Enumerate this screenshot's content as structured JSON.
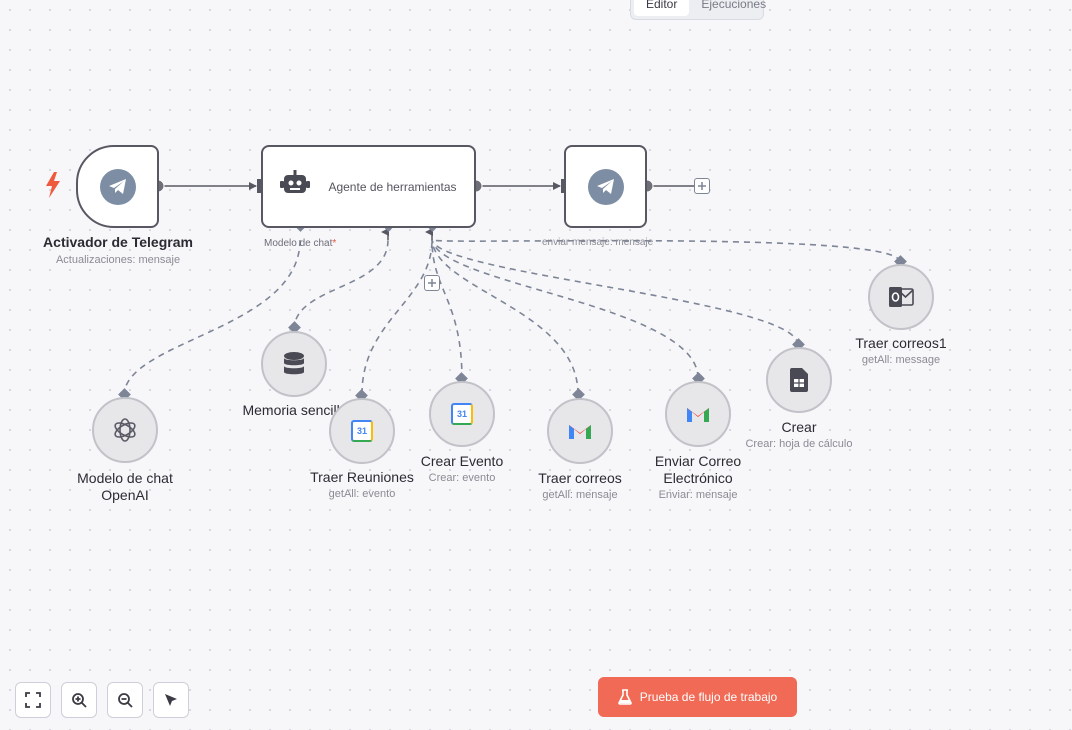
{
  "tabs": [
    {
      "label": "Editor",
      "active": true
    },
    {
      "label": "Ejecuciones",
      "active": false
    }
  ],
  "nodes": {
    "telegram_trigger": {
      "title": "Activador de Telegram",
      "subtitle": "Actualizaciones: mensaje",
      "icon": "telegram-icon"
    },
    "agent": {
      "label": "Agente de herramientas",
      "icon": "robot-icon",
      "chat_model_port": "Modelo de chat",
      "required_mark": "*"
    },
    "telegram_send": {
      "subtitle": "enviar mensaje: mensaje",
      "icon": "telegram-icon"
    },
    "openai": {
      "title_line1": "Modelo de chat",
      "title_line2": "OpenAI",
      "icon": "openai-icon"
    },
    "memory": {
      "title": "Memoria sencilla",
      "icon": "database-icon"
    },
    "traer_reuniones": {
      "title": "Traer Reuniones",
      "subtitle": "getAll: evento",
      "icon": "google-calendar-icon"
    },
    "crear_evento": {
      "title": "Crear Evento",
      "subtitle": "Crear: evento",
      "icon": "google-calendar-icon"
    },
    "traer_correos": {
      "title": "Traer correos",
      "subtitle": "getAll: mensaje",
      "icon": "gmail-icon"
    },
    "enviar_correo": {
      "title_line1": "Enviar Correo",
      "title_line2": "Electrónico",
      "subtitle": "Enviar: mensaje",
      "icon": "gmail-icon"
    },
    "crear": {
      "title": "Crear",
      "subtitle": "Crear: hoja de cálculo",
      "icon": "google-sheets-icon"
    },
    "traer_correos1": {
      "title": "Traer correos1",
      "subtitle": "getAll: message",
      "icon": "outlook-icon"
    }
  },
  "calendar_day": "31",
  "controls": {
    "fit_view": "fit-view-icon",
    "zoom_in": "zoom-in-icon",
    "zoom_out": "zoom-out-icon",
    "tidy": "cursor-icon"
  },
  "test_button": {
    "label": "Prueba de flujo de trabajo",
    "icon": "flask-icon"
  },
  "colors": {
    "accent": "#f06a55",
    "node_border": "#585863",
    "connection": "#7d8597",
    "trigger_bolt": "#f05a3c"
  }
}
